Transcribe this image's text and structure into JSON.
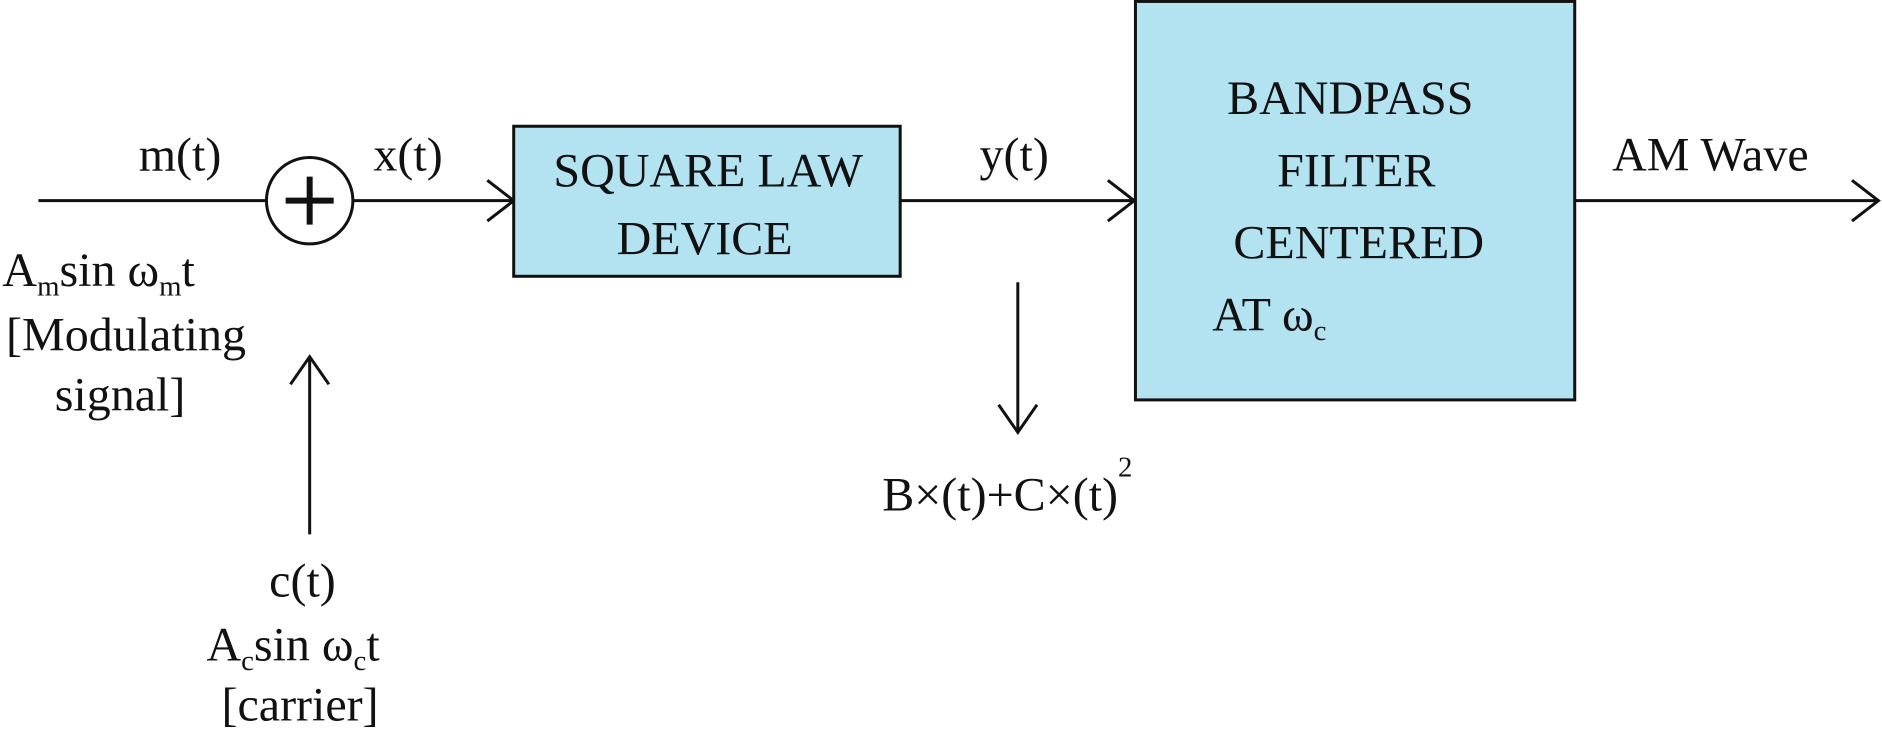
{
  "colors": {
    "block_fill": "#b3e2f0",
    "stroke": "#111111"
  },
  "signals": {
    "input": "m(t)",
    "summer_out": "x(t)",
    "square_out": "y(t)",
    "output": "AM Wave",
    "carrier": "c(t)"
  },
  "modulating": {
    "amp": "A",
    "amp_sub": "m",
    "sin": "sin ω",
    "omega_sub": "m",
    "t": "t",
    "label_line1": "[Modulating",
    "label_line2": "signal]"
  },
  "carrier_info": {
    "amp": "A",
    "amp_sub": "c",
    "sin": "sin ω",
    "omega_sub": "c",
    "t": "t",
    "label": "[carrier]"
  },
  "blocks": {
    "square_law": {
      "line1": "SQUARE LAW",
      "line2": "DEVICE"
    },
    "bandpass": {
      "line1": "BANDPASS",
      "line2": "FILTER",
      "line3": "CENTERED",
      "line4": "AT ω",
      "line4_sub": "c"
    }
  },
  "summer_symbol": "+",
  "expression": {
    "text": "B×(t)+C×(t)",
    "sup": "2"
  }
}
